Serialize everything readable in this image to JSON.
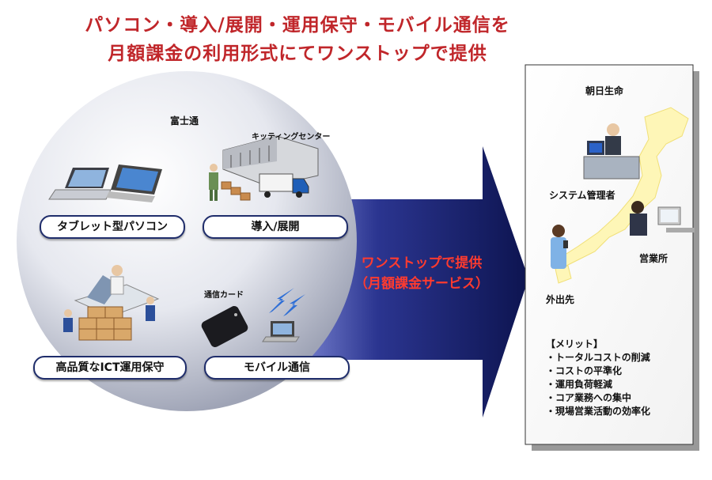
{
  "headline": {
    "line1": "パソコン・導入/展開・運用保守・モバイル通信を",
    "line2": "月額課金の利用形式にてワンストップで提供"
  },
  "provider": {
    "name": "富士通",
    "kitting_center": "キッティングセンター",
    "services": {
      "tablet_pc": "タブレット型パソコン",
      "deployment": "導入/展開",
      "maintenance": "高品質なICT運用保守",
      "mobile": "モバイル通信"
    },
    "card_label": "通信カード"
  },
  "arrow": {
    "line1": "ワンストップで提供",
    "line2": "（月額課金サービス）"
  },
  "customer": {
    "name": "朝日生命",
    "roles": {
      "sysadmin": "システム管理者",
      "branch": "営業所",
      "field": "外出先"
    },
    "merits_title": "【メリット】",
    "merits": [
      "・トータルコストの削減",
      "・コストの平準化",
      "・運用負荷軽減",
      "・コア業務への集中",
      "・現場営業活動の効率化"
    ]
  },
  "colors": {
    "headline": "#c0262a",
    "arrow_dark": "#0d1450",
    "arrow_light": "#6a74c4",
    "arrow_text": "#ff3b2f",
    "pill_border": "#1f2d6b"
  }
}
